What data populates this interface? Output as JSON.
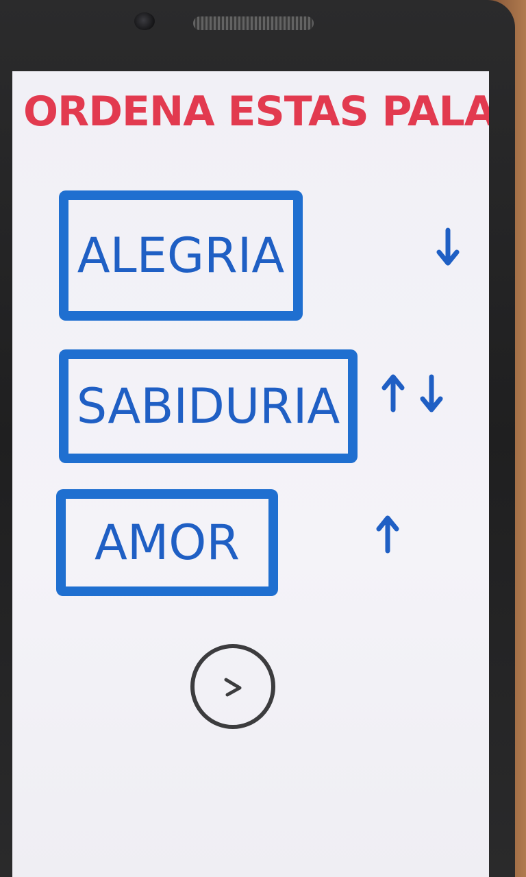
{
  "screen": {
    "title": "ORDENA ESTAS PALABRAS"
  },
  "words": [
    {
      "label": "ALEGRIA",
      "controls": [
        "down"
      ]
    },
    {
      "label": "SABIDURIA",
      "controls": [
        "up",
        "down"
      ]
    },
    {
      "label": "AMOR",
      "controls": [
        "up"
      ]
    }
  ],
  "next_button": {
    "icon": "chevron-right-icon"
  },
  "colors": {
    "title": "#e23a4f",
    "word_box": "#1f6fd0",
    "arrows": "#1f5fc4",
    "next_circle": "#3c3c3e"
  }
}
